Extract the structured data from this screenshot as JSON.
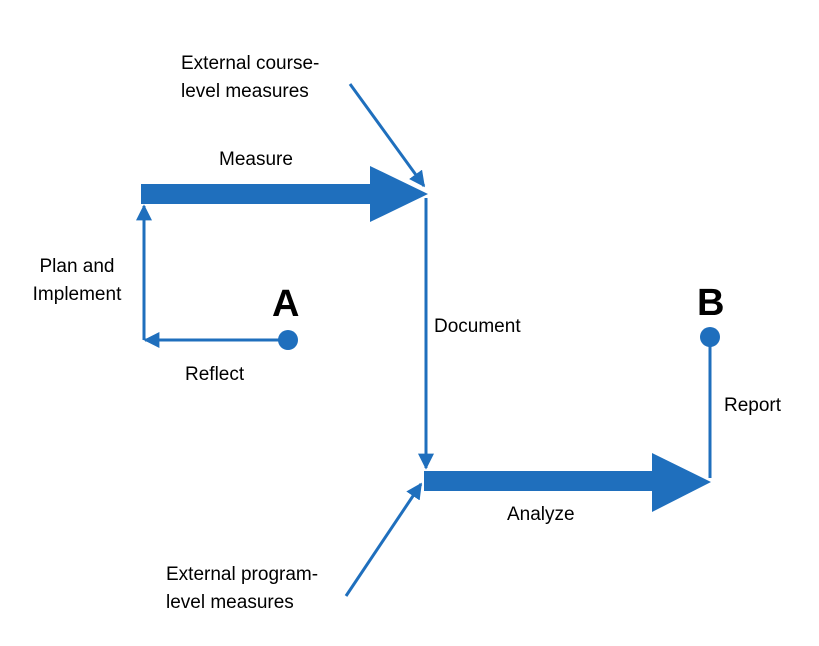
{
  "colors": {
    "arrow": "#1f6fbd",
    "text": "#000000",
    "background": "#ffffff"
  },
  "labels": {
    "external_course_line1": "External course-",
    "external_course_line2": "level measures",
    "measure": "Measure",
    "plan_line1": "Plan and",
    "plan_line2": "Implement",
    "reflect": "Reflect",
    "document": "Document",
    "analyze": "Analyze",
    "report": "Report",
    "external_program_line1": "External program-",
    "external_program_line2": "level measures"
  },
  "points": {
    "a": "A",
    "b": "B"
  }
}
